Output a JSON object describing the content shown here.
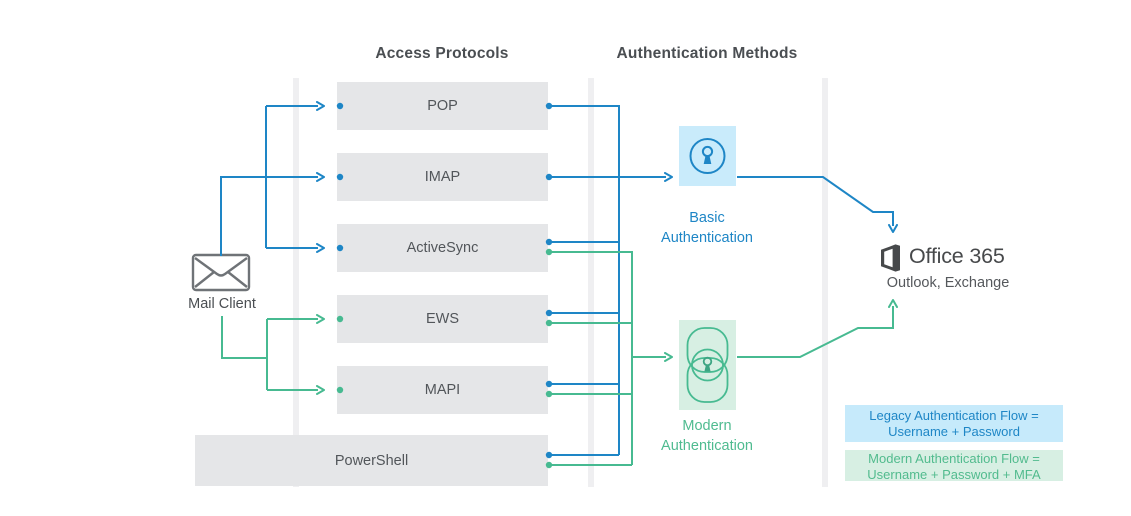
{
  "headers": {
    "access_protocols": "Access Protocols",
    "authentication_methods": "Authentication Methods"
  },
  "mail_client": {
    "label": "Mail Client",
    "icon": "envelope-icon"
  },
  "protocols": [
    "POP",
    "IMAP",
    "ActiveSync",
    "EWS",
    "MAPI",
    "PowerShell"
  ],
  "auth_methods": {
    "basic": {
      "line1": "Basic",
      "line2": "Authentication",
      "icon": "keyhole-circle-icon"
    },
    "modern": {
      "line1": "Modern",
      "line2": "Authentication",
      "icon": "overlapping-locks-keyhole-icon"
    }
  },
  "destination": {
    "name": "Office 365",
    "services": "Outlook, Exchange",
    "icon": "office365-logo"
  },
  "legend": {
    "legacy": {
      "line1": "Legacy Authentication Flow =",
      "line2": "Username + Password"
    },
    "modern": {
      "line1": "Modern Authentication Flow =",
      "line2": "Username + Password + MFA"
    }
  },
  "colors": {
    "blue": "#1e86c6",
    "green": "#47ba91",
    "light_blue": "#c9ebfb",
    "light_green": "#d7efe3",
    "box_gray": "#e5e6e8",
    "divider_gray": "#efeff1",
    "text_dark": "#4a4e52",
    "office_dark": "#47494b"
  }
}
